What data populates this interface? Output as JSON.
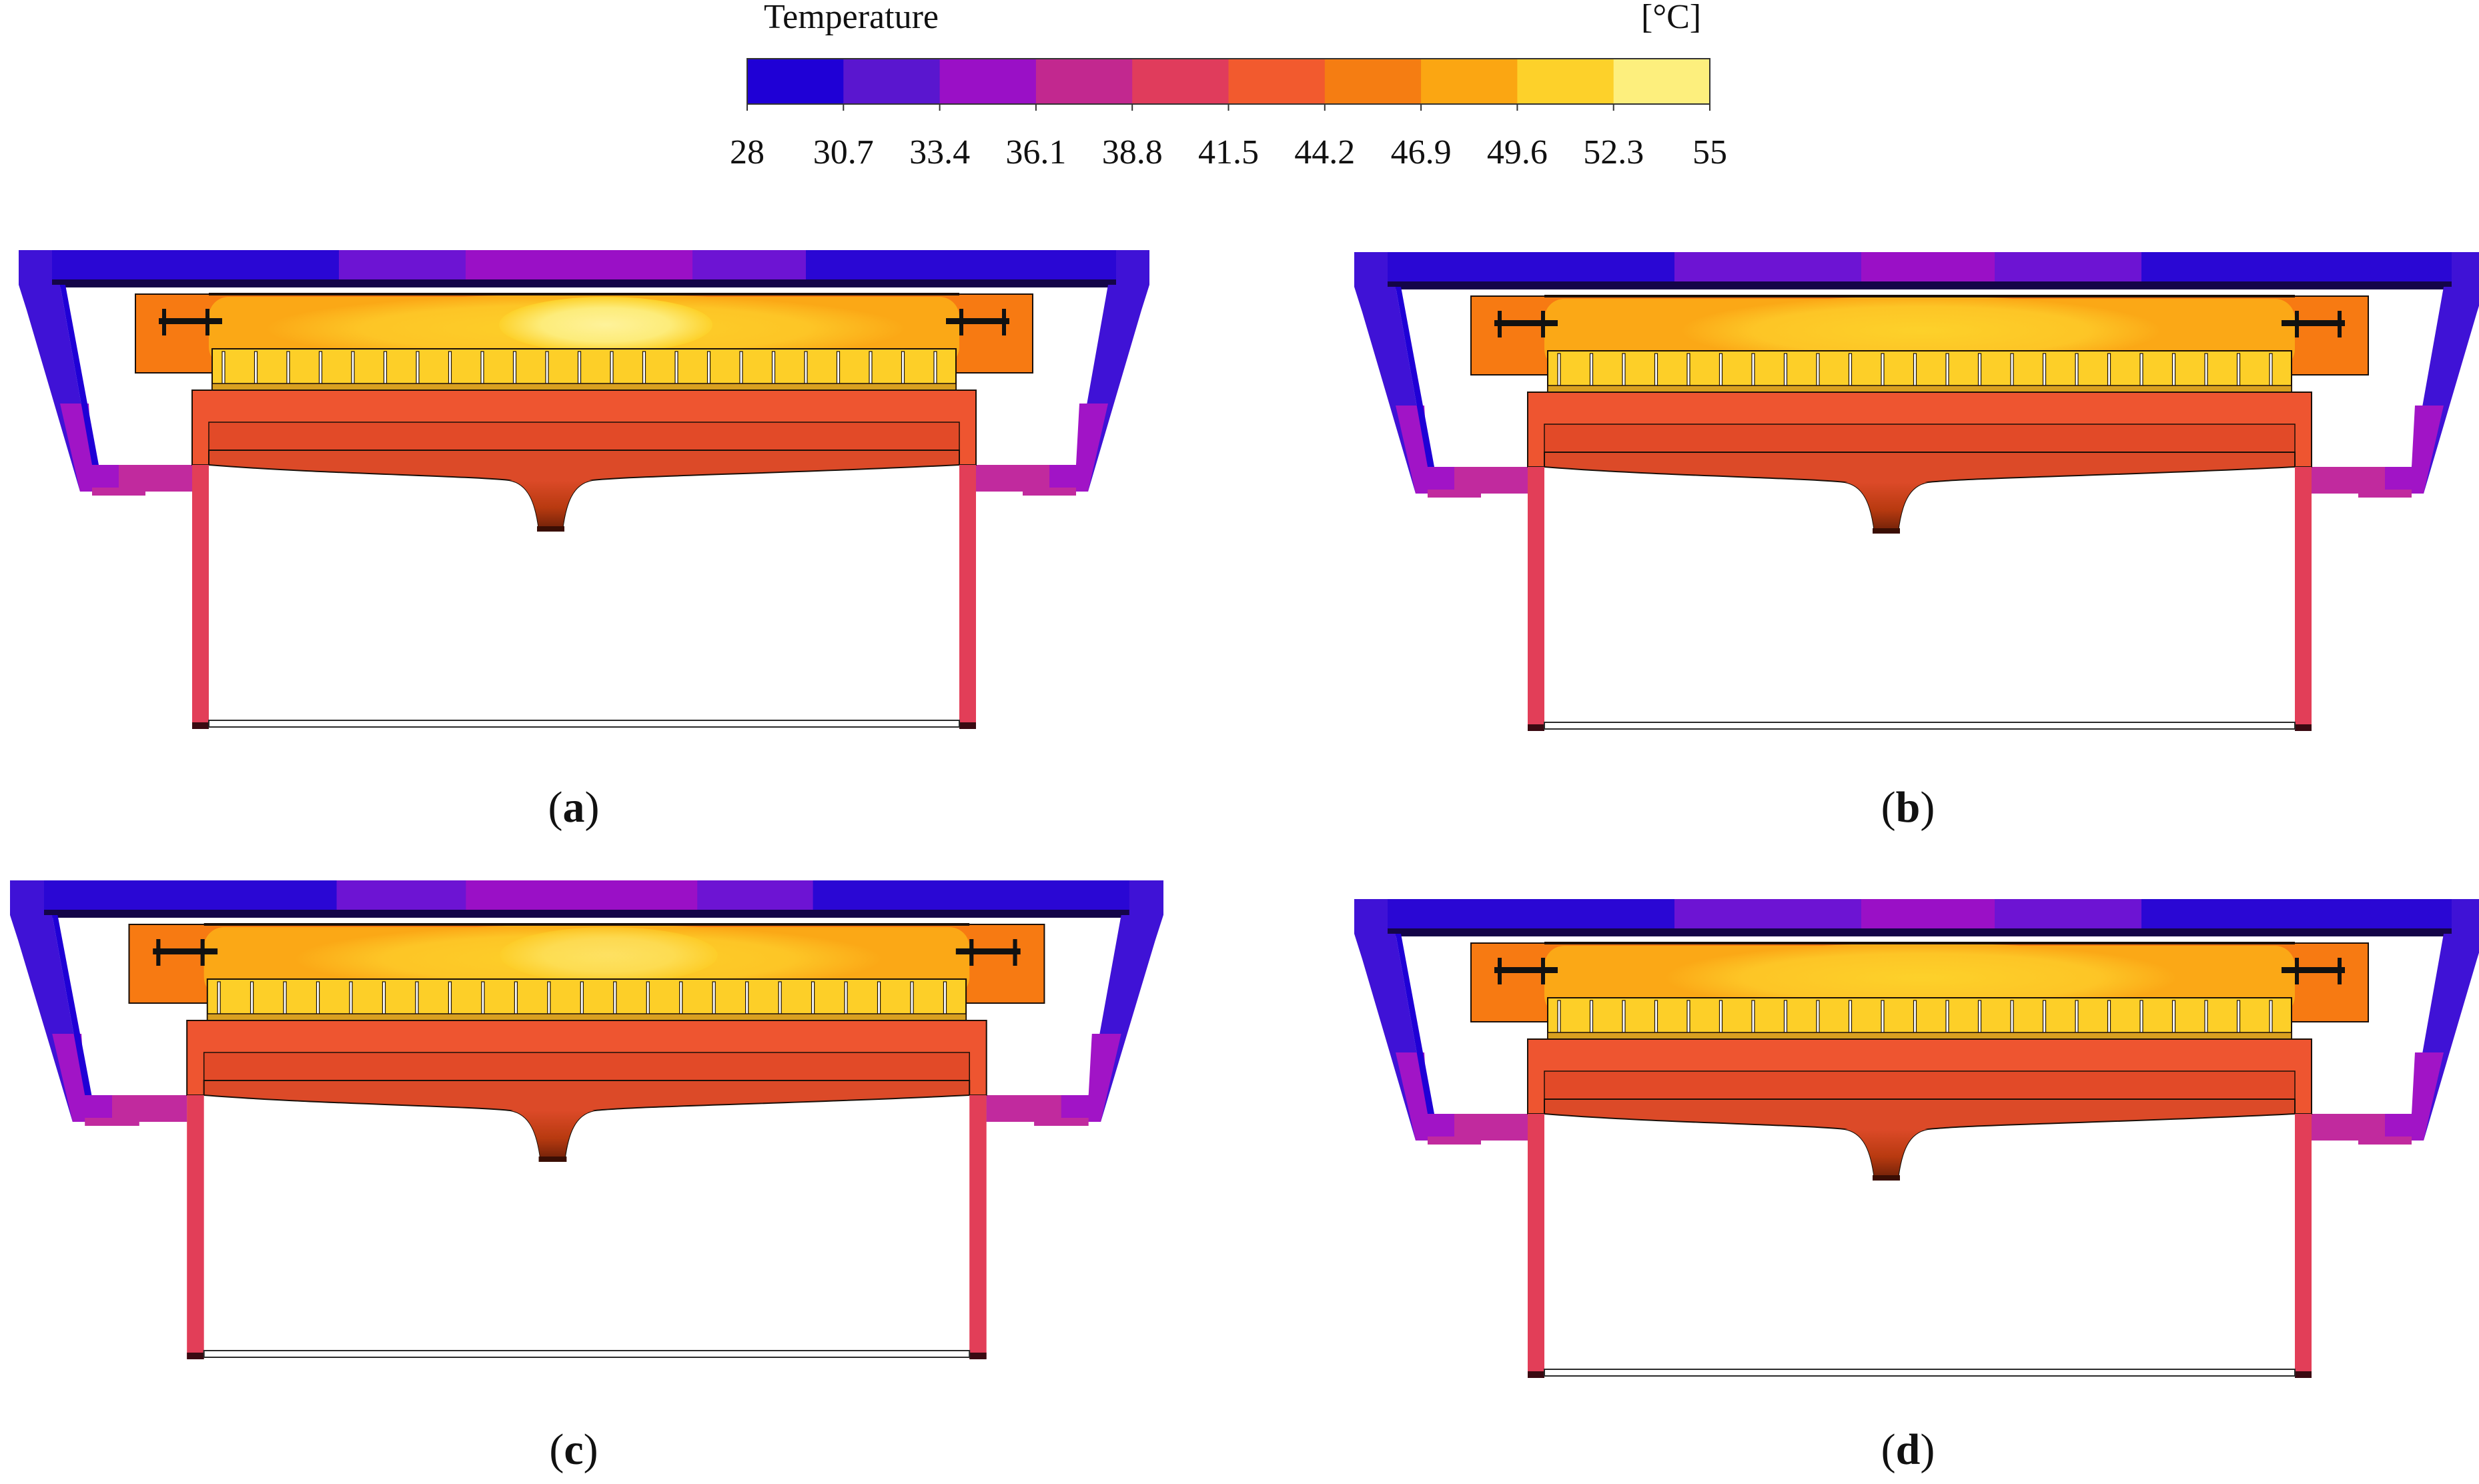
{
  "legend": {
    "title": "Temperature",
    "unit": "[°C]",
    "ticks": [
      "28",
      "30.7",
      "33.4",
      "36.1",
      "38.8",
      "41.5",
      "44.2",
      "46.9",
      "49.6",
      "52.3",
      "55"
    ],
    "bands": [
      "#1f00d6",
      "#5a16cf",
      "#9a10c6",
      "#c2288f",
      "#e03c5c",
      "#f25a2e",
      "#f57d12",
      "#fba612",
      "#fdd12a",
      "#fdef7d"
    ]
  },
  "panels": [
    {
      "label_open": "(",
      "label_letter": "a",
      "label_close": ")"
    },
    {
      "label_open": "(",
      "label_letter": "b",
      "label_close": ")"
    },
    {
      "label_open": "(",
      "label_letter": "c",
      "label_close": ")"
    },
    {
      "label_open": "(",
      "label_letter": "d",
      "label_close": ")"
    }
  ],
  "colors": {
    "frame_dark_blue": "#2a07d4",
    "frame_blue": "#3f12d6",
    "frame_purple": "#6d14d3",
    "frame_violet": "#a114c6",
    "frame_magenta": "#c12a9e",
    "leg_pink": "#d43868",
    "leg_red": "#e23e58",
    "plate_red": "#ee5530",
    "block_orange": "#f77a12",
    "block_amber": "#fba816",
    "block_yellow": "#fdcf28",
    "block_pale": "#fdec7a",
    "hopper_red": "#dc4a28",
    "hopper_dark": "#b83a10",
    "stem_dark": "#7a2808",
    "outline": "#1a0f08"
  }
}
